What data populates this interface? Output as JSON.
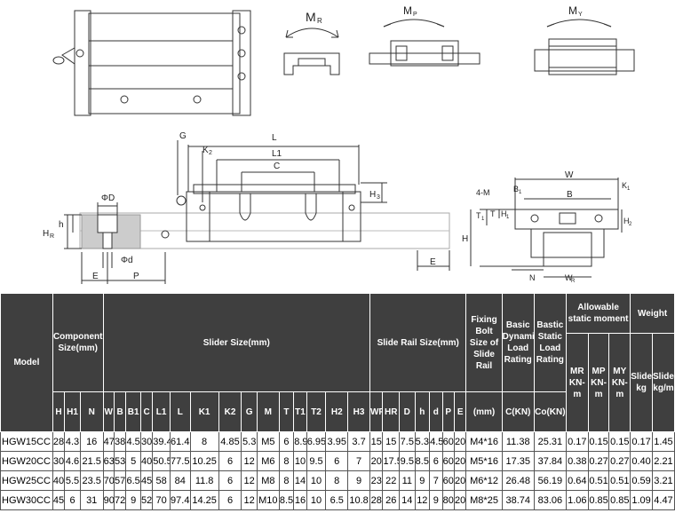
{
  "drawing": {
    "moment_labels": {
      "mr": "M",
      "mr_sub": "R",
      "mp": "M",
      "mp_sub": "P",
      "my": "M",
      "my_sub": "Y"
    },
    "dims": {
      "g": "G",
      "l": "L",
      "k2": "K",
      "k2_sub": "2",
      "l1": "L1",
      "c": "C",
      "h3": "H",
      "h3_sub": "3",
      "phi_d": "ΦD",
      "h": "h",
      "hr": "H",
      "hr_sub": "R",
      "phi_small_d": "Φd",
      "e_left": "E",
      "p": "P",
      "e_right": "E",
      "w": "W",
      "four_m": "4-M",
      "b1": "B",
      "b1_sub": "1",
      "b": "B",
      "k1": "K",
      "k1_sub": "1",
      "t1": "T",
      "t1_sub": "1",
      "t": "T",
      "h1": "H",
      "h1_sub": "1",
      "h_big": "H",
      "h2": "H",
      "h2_sub": "2",
      "n": "N",
      "wr": "W",
      "wr_sub": "R"
    }
  },
  "table": {
    "head": {
      "model": "Model",
      "component_size": "Component Size(mm)",
      "slider_size": "Slider Size(mm)",
      "rail_size": "Slide Rail Size(mm)",
      "fixing_bolt": "Fixing Bolt Size of Slide Rail",
      "basic_dynamic": "Basic Dynamic Load Rating",
      "basic_static": "Bastic Static Load Rating",
      "allowable_moment": "Allowable static moment",
      "weight": "Weight",
      "mr": "MR KN-m",
      "mp": "MP KN-m",
      "my": "MY KN-m",
      "slider_kg": "Slider kg",
      "slide_kgm": "Slide kg/m",
      "sub": [
        "H",
        "H1",
        "N",
        "W",
        "B",
        "B1",
        "C",
        "L1",
        "L",
        "K1",
        "K2",
        "G",
        "M",
        "T",
        "T1",
        "T2",
        "H2",
        "H3",
        "WR",
        "HR",
        "D",
        "h",
        "d",
        "P",
        "E",
        "(mm)",
        "C(KN)",
        "Co(KN)"
      ]
    },
    "rows": [
      [
        "HGW15CC",
        "28",
        "4.3",
        "16",
        "47",
        "38",
        "4.5",
        "30",
        "39.4",
        "61.4",
        "8",
        "4.85",
        "5.3",
        "M5",
        "6",
        "8.9",
        "6.95",
        "3.95",
        "3.7",
        "15",
        "15",
        "7.5",
        "5.3",
        "4.5",
        "60",
        "20",
        "M4*16",
        "11.38",
        "25.31",
        "0.17",
        "0.15",
        "0.15",
        "0.17",
        "1.45"
      ],
      [
        "HGW20CC",
        "30",
        "4.6",
        "21.5",
        "63",
        "53",
        "5",
        "40",
        "50.5",
        "77.5",
        "10.25",
        "6",
        "12",
        "M6",
        "8",
        "10",
        "9.5",
        "6",
        "7",
        "20",
        "17.5",
        "9.5",
        "8.5",
        "6",
        "60",
        "20",
        "M5*16",
        "17.35",
        "37.84",
        "0.38",
        "0.27",
        "0.27",
        "0.40",
        "2.21"
      ],
      [
        "HGW25CC",
        "40",
        "5.5",
        "23.5",
        "70",
        "57",
        "6.5",
        "45",
        "58",
        "84",
        "11.8",
        "6",
        "12",
        "M8",
        "8",
        "14",
        "10",
        "8",
        "9",
        "23",
        "22",
        "11",
        "9",
        "7",
        "60",
        "20",
        "M6*12",
        "26.48",
        "56.19",
        "0.64",
        "0.51",
        "0.51",
        "0.59",
        "3.21"
      ],
      [
        "HGW30CC",
        "45",
        "6",
        "31",
        "90",
        "72",
        "9",
        "52",
        "70",
        "97.4",
        "14.25",
        "6",
        "12",
        "M10",
        "8.5",
        "16",
        "10",
        "6.5",
        "10.8",
        "28",
        "26",
        "14",
        "12",
        "9",
        "80",
        "20",
        "M8*25",
        "38.74",
        "83.06",
        "1.06",
        "0.85",
        "0.85",
        "1.09",
        "4.47"
      ]
    ]
  }
}
